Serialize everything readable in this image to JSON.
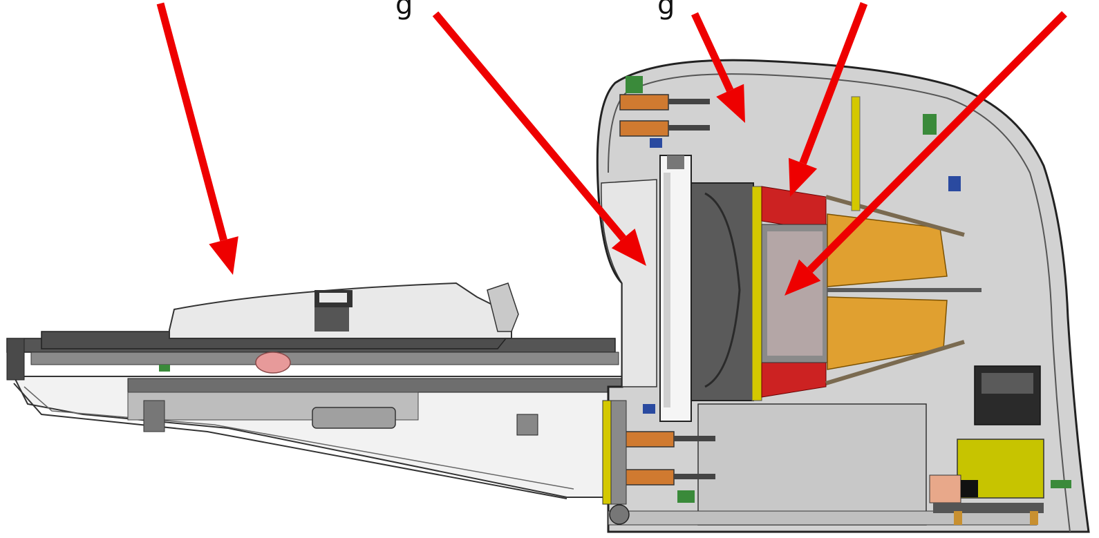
{
  "figure": {
    "kind": "cross-section illustration of a scanner with patient table",
    "arrow_color": "#ee0000",
    "colors": {
      "housing": "#c9c9c9",
      "housing_dark": "#8a8a8a",
      "detector_orange": "#e0a030",
      "ring_red": "#cc2222",
      "frame_yellow": "#d4c800",
      "table_gray": "#6e6e6e",
      "highlight_green": "#3a8a3a",
      "motor_orange": "#d07a30"
    }
  },
  "top_text_fragments": [
    "g",
    "g"
  ]
}
